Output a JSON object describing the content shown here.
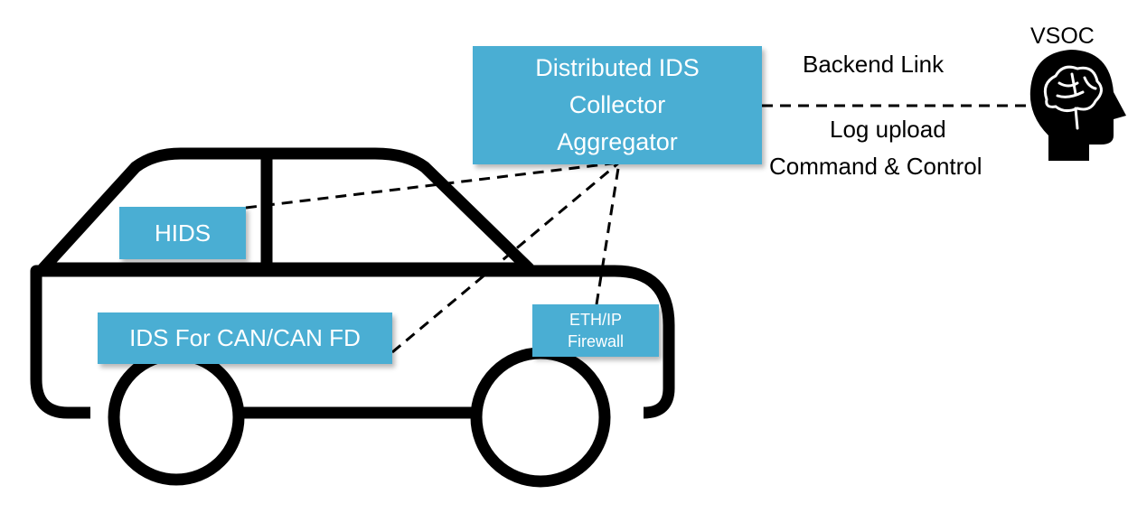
{
  "diagram": {
    "nodes": {
      "aggregator": {
        "lines": [
          "Distributed IDS",
          "Collector",
          "Aggregator"
        ]
      },
      "hids": {
        "label": "HIDS"
      },
      "can_ids": {
        "label": "IDS For CAN/CAN FD"
      },
      "eth_firewall": {
        "lines": [
          "ETH/IP",
          "Firewall"
        ]
      },
      "vsoc": {
        "label": "VSOC",
        "icon": "head-brain-icon"
      }
    },
    "link": {
      "title": "Backend Link",
      "descriptions": [
        "Log upload",
        "Command & Control"
      ]
    },
    "icons": [
      "car-icon",
      "head-brain-icon"
    ],
    "colors": {
      "box": "#4aaed3",
      "box_text": "#ffffff",
      "lines": "#000000"
    }
  }
}
